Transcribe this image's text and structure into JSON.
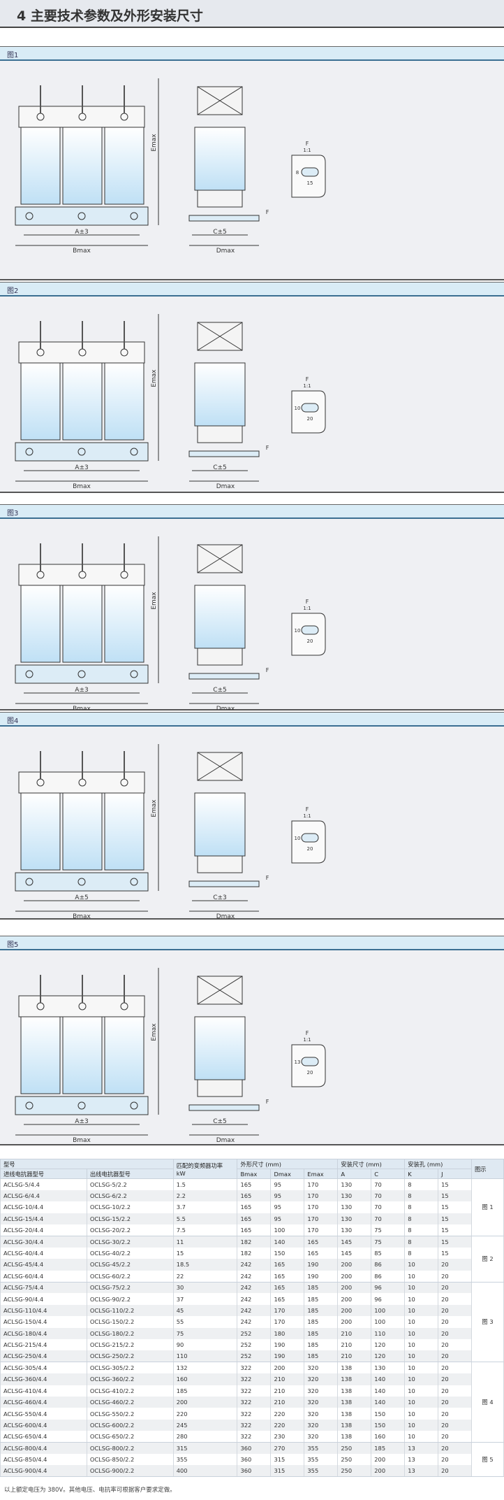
{
  "page": {
    "title": "4 主要技术参数及外形安装尺寸"
  },
  "figures": [
    {
      "label": "图1",
      "dims": {
        "width_tol": "A±3",
        "width_max": "Bmax",
        "height": "Emax",
        "depth_tol": "C±5",
        "depth_max": "Dmax",
        "f": "F",
        "hole_w": "15",
        "hole_h": "8",
        "ratio": "1:1"
      }
    },
    {
      "label": "图2",
      "dims": {
        "width_tol": "A±3",
        "width_max": "Bmax",
        "height": "Emax",
        "depth_tol": "C±5",
        "depth_max": "Dmax",
        "f": "F",
        "hole_w": "20",
        "hole_h": "10",
        "ratio": "1:1"
      }
    },
    {
      "label": "图3",
      "dims": {
        "width_tol": "A±3",
        "width_max": "Bmax",
        "height": "Emax",
        "depth_tol": "C±5",
        "depth_max": "Dmax",
        "f": "F",
        "hole_w": "20",
        "hole_h": "10",
        "ratio": "1:1"
      }
    },
    {
      "label": "图4",
      "dims": {
        "width_tol": "A±5",
        "width_max": "Bmax",
        "height": "Emax",
        "depth_tol": "C±3",
        "depth_max": "Dmax",
        "f": "F",
        "hole_w": "20",
        "hole_h": "10",
        "ratio": "1:1"
      }
    },
    {
      "label": "图5",
      "dims": {
        "width_tol": "A±3",
        "width_max": "Bmax",
        "height": "Emax",
        "depth_tol": "C±5",
        "depth_max": "Dmax",
        "f": "F",
        "hole_w": "20",
        "hole_h": "13",
        "ratio": "1:1"
      }
    }
  ],
  "table": {
    "headers": {
      "model": "型号",
      "inlet": "进线电抗器型号",
      "outlet": "出线电抗器型号",
      "power": "匹配的变频器功率",
      "power_unit": "kW",
      "outline": "外形尺寸 (mm)",
      "install": "安装尺寸 (mm)",
      "holes": "安装孔 (mm)",
      "figure": "图示",
      "bmax": "Bmax",
      "dmax": "Dmax",
      "emax": "Emax",
      "a": "A",
      "c": "C",
      "k": "K",
      "j": "J"
    },
    "groups": [
      {
        "figure": "图 1",
        "rows": [
          [
            "ACLSG-5/4.4",
            "OCLSG-5/2.2",
            "1.5",
            "165",
            "95",
            "170",
            "130",
            "70",
            "8",
            "15"
          ],
          [
            "ACLSG-6/4.4",
            "OCLSG-6/2.2",
            "2.2",
            "165",
            "95",
            "170",
            "130",
            "70",
            "8",
            "15"
          ],
          [
            "ACLSG-10/4.4",
            "OCLSG-10/2.2",
            "3.7",
            "165",
            "95",
            "170",
            "130",
            "70",
            "8",
            "15"
          ],
          [
            "ACLSG-15/4.4",
            "OCLSG-15/2.2",
            "5.5",
            "165",
            "95",
            "170",
            "130",
            "70",
            "8",
            "15"
          ],
          [
            "ACLSG-20/4.4",
            "OCLSG-20/2.2",
            "7.5",
            "165",
            "100",
            "170",
            "130",
            "75",
            "8",
            "15"
          ]
        ]
      },
      {
        "figure": "图 2",
        "rows": [
          [
            "ACLSG-30/4.4",
            "OCLSG-30/2.2",
            "11",
            "182",
            "140",
            "165",
            "145",
            "75",
            "8",
            "15"
          ],
          [
            "ACLSG-40/4.4",
            "OCLSG-40/2.2",
            "15",
            "182",
            "150",
            "165",
            "145",
            "85",
            "8",
            "15"
          ],
          [
            "ACLSG-45/4.4",
            "OCLSG-45/2.2",
            "18.5",
            "242",
            "165",
            "190",
            "200",
            "86",
            "10",
            "20"
          ],
          [
            "ACLSG-60/4.4",
            "OCLSG-60/2.2",
            "22",
            "242",
            "165",
            "190",
            "200",
            "86",
            "10",
            "20"
          ]
        ]
      },
      {
        "figure": "图 3",
        "rows": [
          [
            "ACLSG-75/4.4",
            "OCLSG-75/2.2",
            "30",
            "242",
            "165",
            "185",
            "200",
            "96",
            "10",
            "20"
          ],
          [
            "ACLSG-90/4.4",
            "OCLSG-90/2.2",
            "37",
            "242",
            "165",
            "185",
            "200",
            "96",
            "10",
            "20"
          ],
          [
            "ACLSG-110/4.4",
            "OCLSG-110/2.2",
            "45",
            "242",
            "170",
            "185",
            "200",
            "100",
            "10",
            "20"
          ],
          [
            "ACLSG-150/4.4",
            "OCLSG-150/2.2",
            "55",
            "242",
            "170",
            "185",
            "200",
            "100",
            "10",
            "20"
          ],
          [
            "ACLSG-180/4.4",
            "OCLSG-180/2.2",
            "75",
            "252",
            "180",
            "185",
            "210",
            "110",
            "10",
            "20"
          ],
          [
            "ACLSG-215/4.4",
            "OCLSG-215/2.2",
            "90",
            "252",
            "190",
            "185",
            "210",
            "120",
            "10",
            "20"
          ],
          [
            "ACLSG-250/4.4",
            "OCLSG-250/2.2",
            "110",
            "252",
            "190",
            "185",
            "210",
            "120",
            "10",
            "20"
          ]
        ]
      },
      {
        "figure": "图 4",
        "rows": [
          [
            "ACLSG-305/4.4",
            "OCLSG-305/2.2",
            "132",
            "322",
            "200",
            "320",
            "138",
            "130",
            "10",
            "20"
          ],
          [
            "ACLSG-360/4.4",
            "OCLSG-360/2.2",
            "160",
            "322",
            "210",
            "320",
            "138",
            "140",
            "10",
            "20"
          ],
          [
            "ACLSG-410/4.4",
            "OCLSG-410/2.2",
            "185",
            "322",
            "210",
            "320",
            "138",
            "140",
            "10",
            "20"
          ],
          [
            "ACLSG-460/4.4",
            "OCLSG-460/2.2",
            "200",
            "322",
            "210",
            "320",
            "138",
            "140",
            "10",
            "20"
          ],
          [
            "ACLSG-550/4.4",
            "OCLSG-550/2.2",
            "220",
            "322",
            "220",
            "320",
            "138",
            "150",
            "10",
            "20"
          ],
          [
            "ACLSG-600/4.4",
            "OCLSG-600/2.2",
            "245",
            "322",
            "220",
            "320",
            "138",
            "150",
            "10",
            "20"
          ],
          [
            "ACLSG-650/4.4",
            "OCLSG-650/2.2",
            "280",
            "322",
            "230",
            "320",
            "138",
            "160",
            "10",
            "20"
          ]
        ]
      },
      {
        "figure": "图 5",
        "rows": [
          [
            "ACLSG-800/4.4",
            "OCLSG-800/2.2",
            "315",
            "360",
            "270",
            "355",
            "250",
            "185",
            "13",
            "20"
          ],
          [
            "ACLSG-850/4.4",
            "OCLSG-850/2.2",
            "355",
            "360",
            "315",
            "355",
            "250",
            "200",
            "13",
            "20"
          ],
          [
            "ACLSG-900/4.4",
            "OCLSG-900/2.2",
            "400",
            "360",
            "315",
            "355",
            "250",
            "200",
            "13",
            "20"
          ]
        ]
      }
    ],
    "footnote": "以上额定电压为 380V。其他电压、电抗率可根据客户要求定做。"
  }
}
